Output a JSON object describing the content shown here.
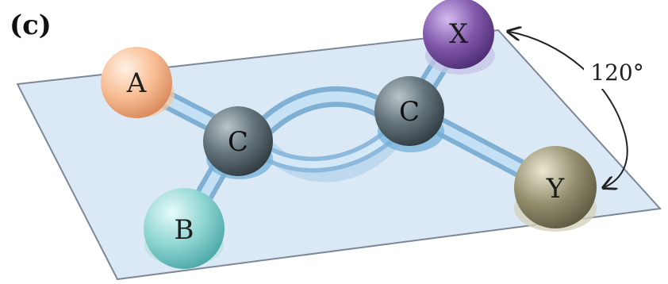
{
  "figure": {
    "panel_label": "(c)",
    "angle_label": "120°",
    "atoms": {
      "a": "A",
      "b": "B",
      "c_left": "C",
      "c_right": "C",
      "x": "X",
      "y": "Y"
    },
    "colors": {
      "plane_fill": "#d7e6f4",
      "plane_stroke": "#7b8796",
      "bond": "#a9cde9",
      "atom_a": "#f6b98f",
      "atom_b": "#8ed4d2",
      "atom_c": "#5d6b73",
      "atom_x": "#7e54a6",
      "atom_y": "#8f8b6c"
    }
  }
}
